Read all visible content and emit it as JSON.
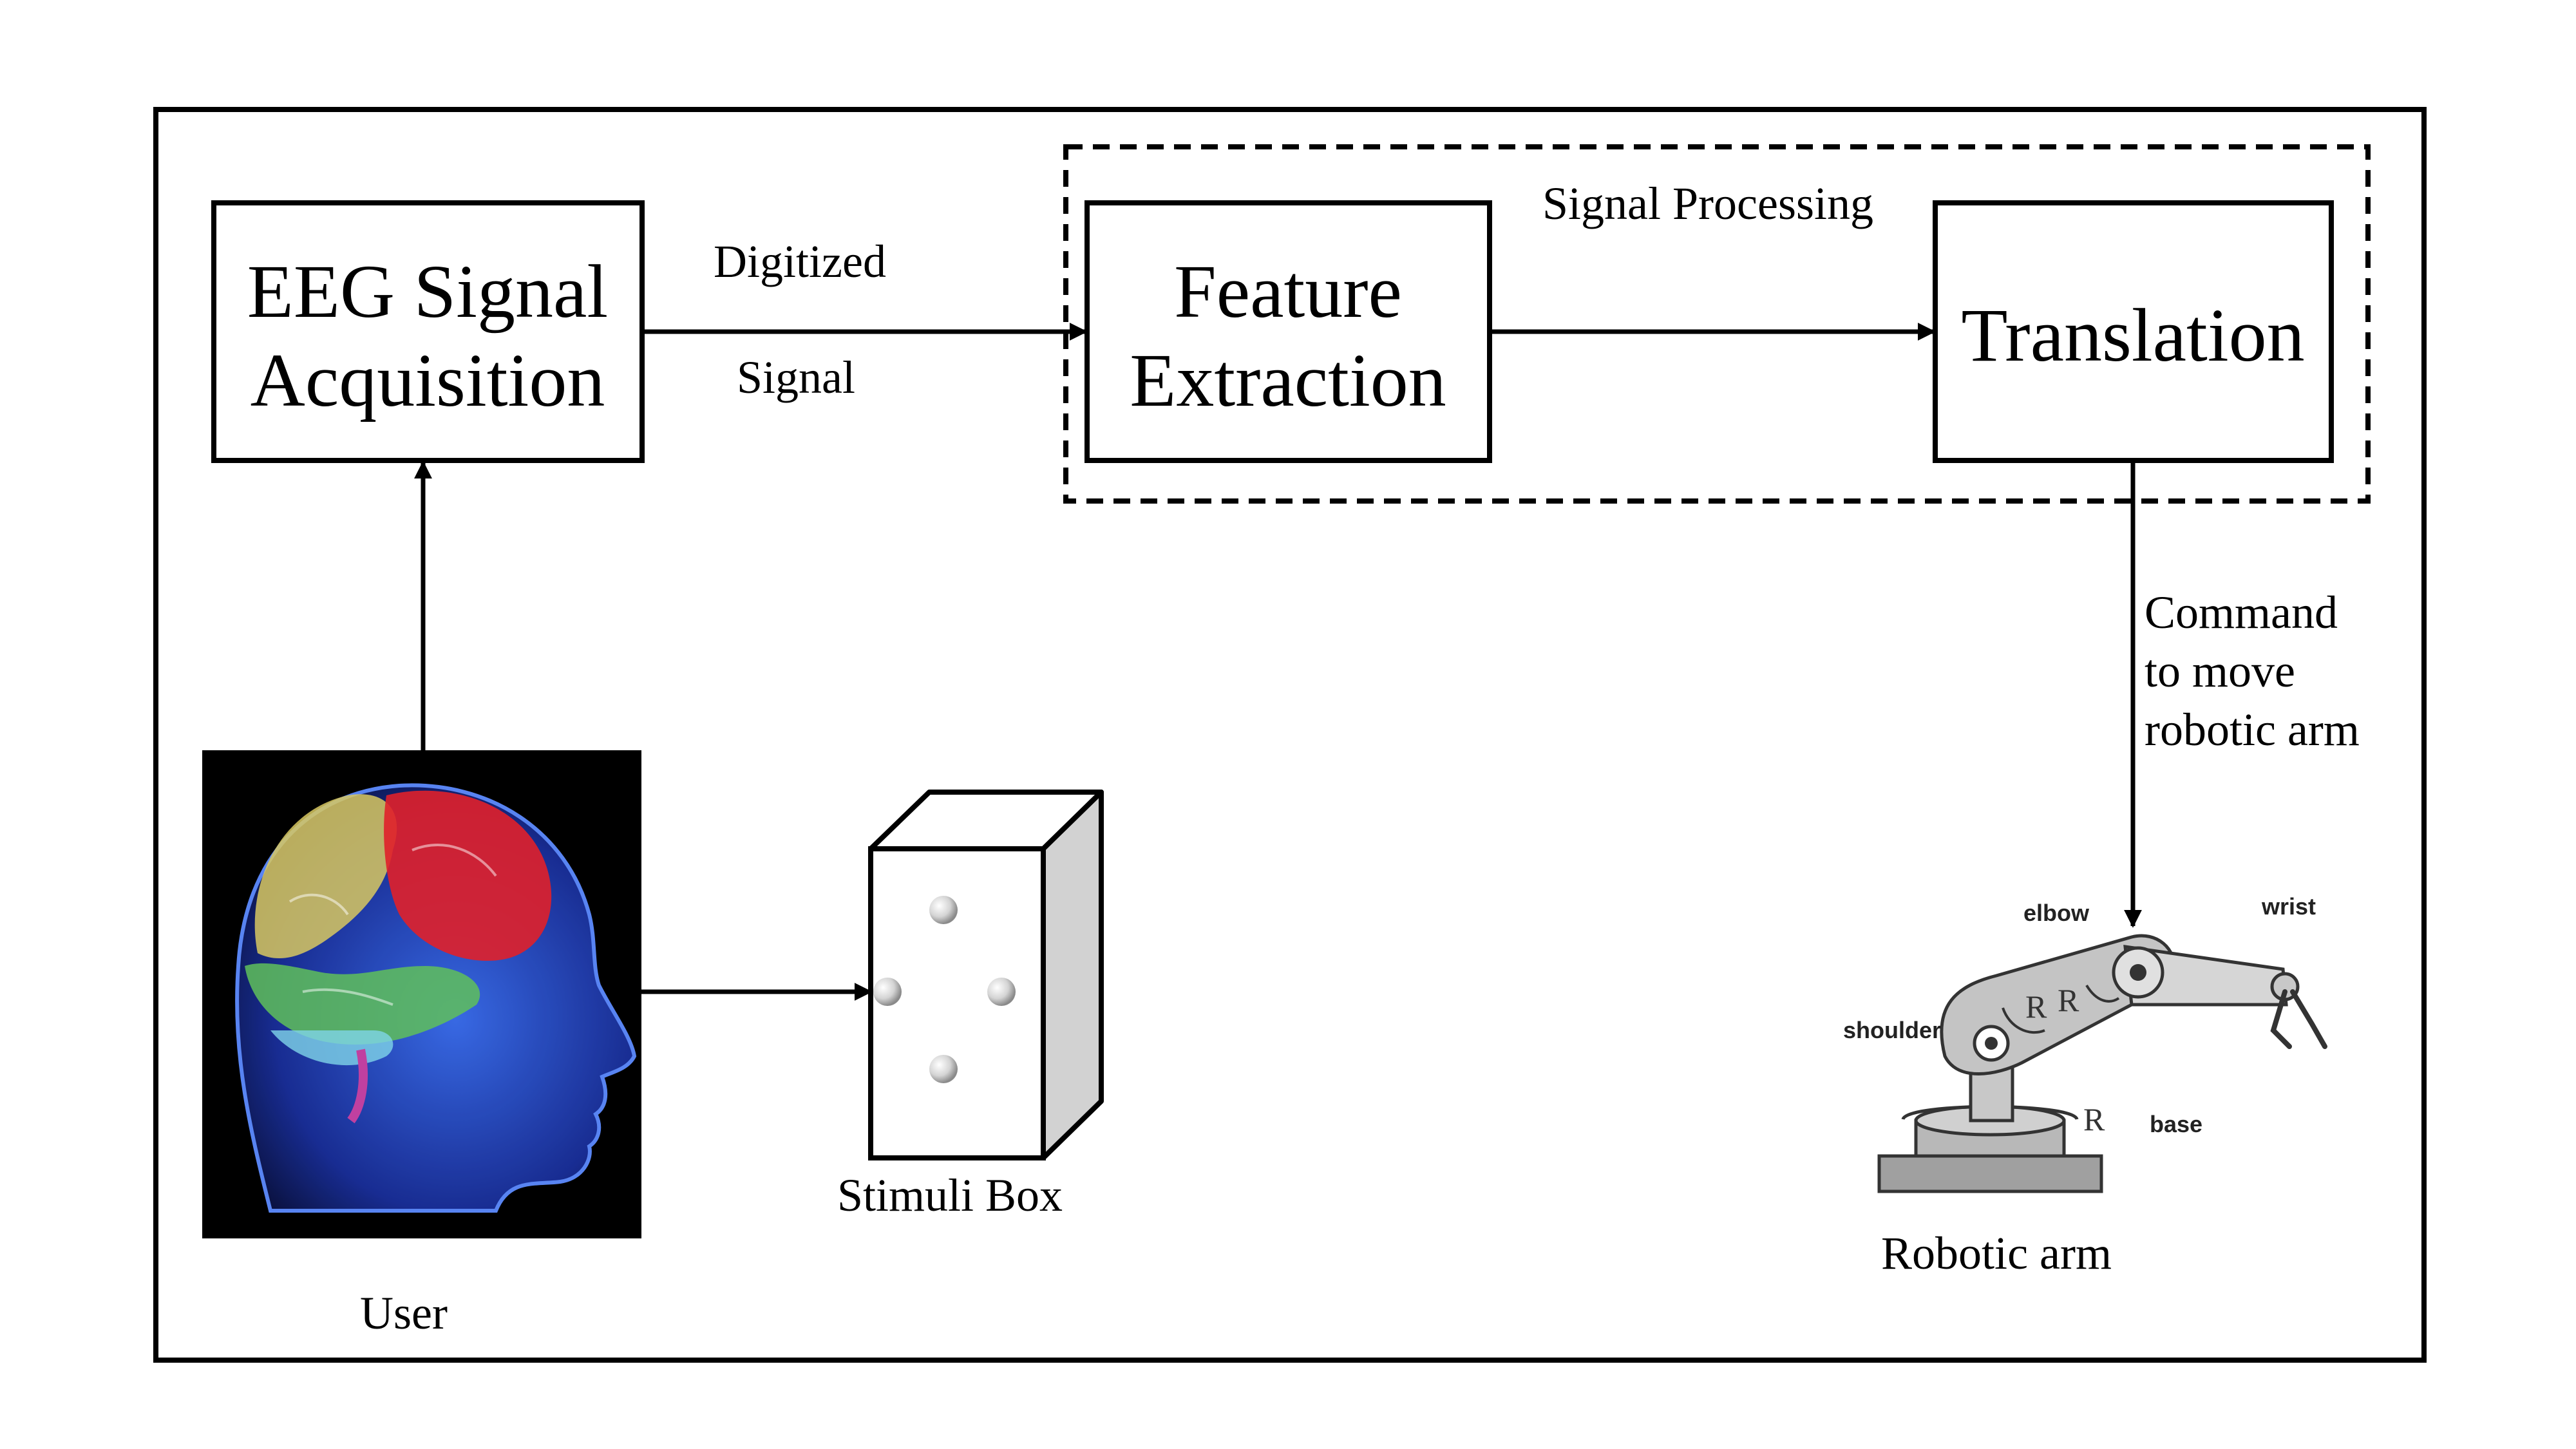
{
  "blocks": {
    "eeg_line1": "EEG Signal",
    "eeg_line2": "Acquisition",
    "feature_line1": "Feature",
    "feature_line2": "Extraction",
    "translation": "Translation"
  },
  "group_label": "Signal Processing",
  "edges": {
    "digitized_line1": "Digitized",
    "digitized_line2": "Signal",
    "command_line1": "Command",
    "command_line2": "to move",
    "command_line3": "robotic arm"
  },
  "nodes": {
    "user": "User",
    "stimuli_box": "Stimuli Box",
    "robotic_arm": "Robotic arm"
  },
  "robot_labels": {
    "elbow": "elbow",
    "wrist": "wrist",
    "shoulder": "shoulder",
    "base": "base",
    "joint_mark": "R"
  },
  "colors": {
    "stroke": "#000000",
    "box_side": "#d2d2d2",
    "robot_gray": "#bdbdbd",
    "brain_red": "#e0202a",
    "brain_yellow": "#d8c860",
    "brain_green": "#5fbf5a",
    "head_blue": "#2a4fc8"
  }
}
